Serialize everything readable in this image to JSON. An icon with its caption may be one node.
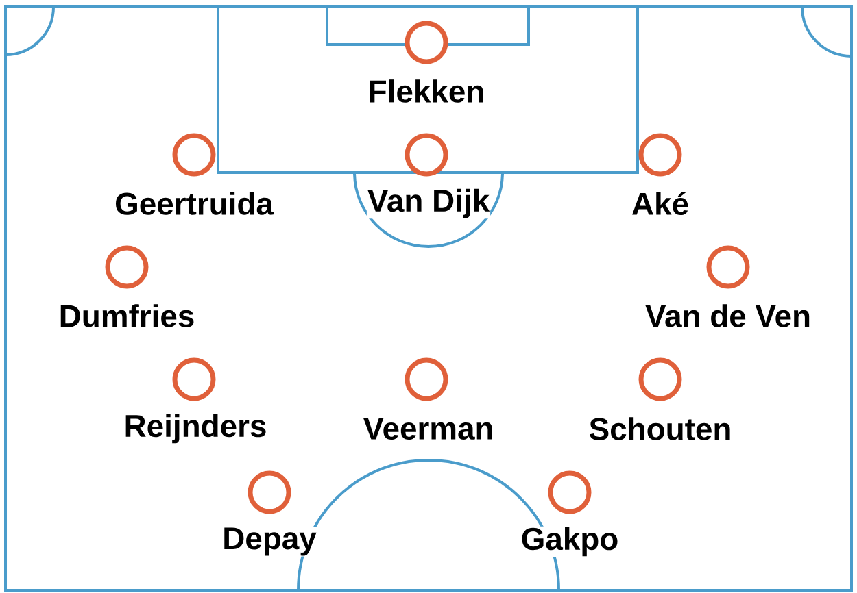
{
  "diagram": {
    "nodes": [
      {
        "text": [
          "Flekken"
        ]
      },
      {
        "text": [
          "Geertruida"
        ]
      },
      {
        "text": [
          "Van Dijk"
        ]
      },
      {
        "text": [
          "Aké"
        ]
      },
      {
        "text": [
          "Dumfries"
        ]
      },
      {
        "text": [
          "Van de Ven"
        ]
      },
      {
        "text": [
          "Reijnders"
        ]
      },
      {
        "text": [
          "Veerman"
        ]
      },
      {
        "text": [
          "Schouten"
        ]
      },
      {
        "text": [
          "Depay"
        ]
      },
      {
        "text": [
          "Gakpo"
        ]
      }
    ]
  }
}
